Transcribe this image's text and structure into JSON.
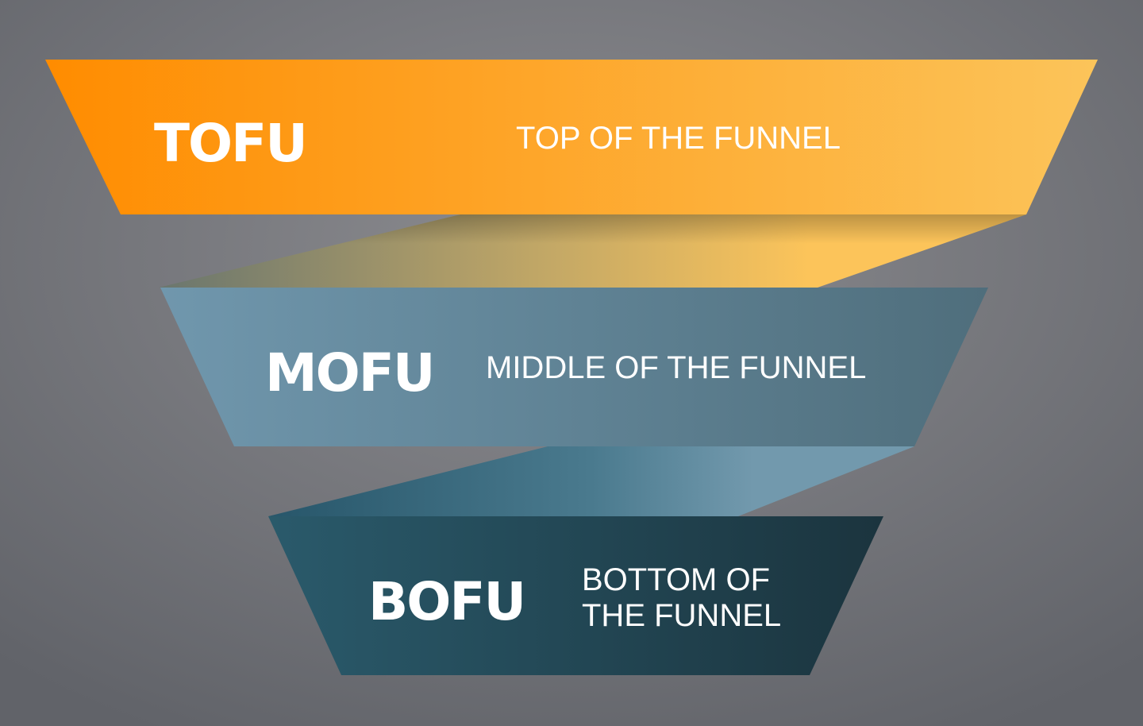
{
  "stages": [
    {
      "abbr": "TOFU",
      "full_lines": [
        "TOP OF THE FUNNEL"
      ],
      "colors": [
        "#ff8c00",
        "#fcc45a"
      ]
    },
    {
      "abbr": "MOFU",
      "full_lines": [
        "MIDDLE OF THE FUNNEL"
      ],
      "colors": [
        "#6f95ab",
        "#4f6e7c"
      ]
    },
    {
      "abbr": "BOFU",
      "full_lines": [
        "BOTTOM OF",
        "THE FUNNEL"
      ],
      "colors": [
        "#285868",
        "#1c3640"
      ]
    }
  ],
  "background": {
    "center": "#8c8c90",
    "edge": "#616369"
  }
}
